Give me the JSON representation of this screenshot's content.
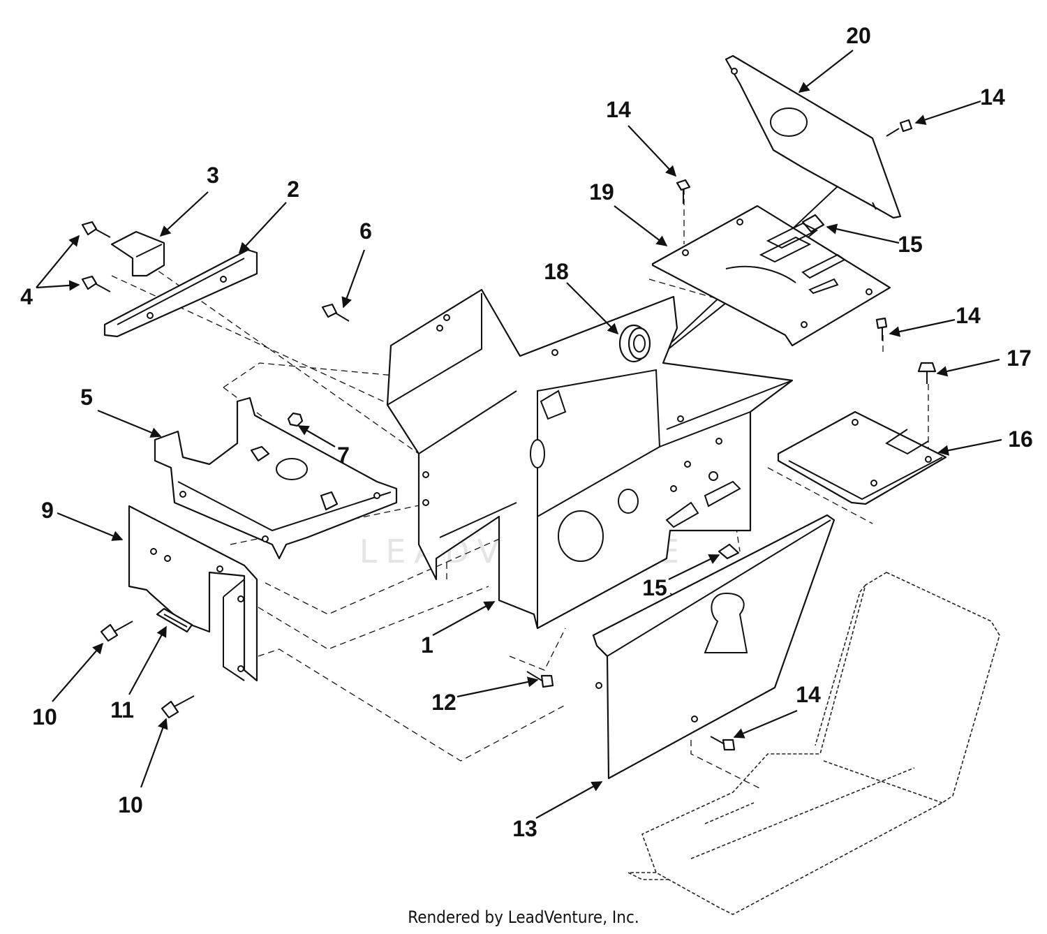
{
  "diagram": {
    "watermark": "LEADVENTURE",
    "credit": "Rendered by LeadVenture, Inc.",
    "colors": {
      "ink": "#111111",
      "paper": "#ffffff",
      "watermark": "#e4e4e4"
    },
    "callouts": [
      {
        "id": "c1",
        "label": "1"
      },
      {
        "id": "c2",
        "label": "2"
      },
      {
        "id": "c3",
        "label": "3"
      },
      {
        "id": "c4",
        "label": "4"
      },
      {
        "id": "c5",
        "label": "5"
      },
      {
        "id": "c6",
        "label": "6"
      },
      {
        "id": "c7",
        "label": "7"
      },
      {
        "id": "c9",
        "label": "9"
      },
      {
        "id": "c10a",
        "label": "10"
      },
      {
        "id": "c10b",
        "label": "10"
      },
      {
        "id": "c11",
        "label": "11"
      },
      {
        "id": "c12",
        "label": "12"
      },
      {
        "id": "c13",
        "label": "13"
      },
      {
        "id": "c14a",
        "label": "14"
      },
      {
        "id": "c14b",
        "label": "14"
      },
      {
        "id": "c14c",
        "label": "14"
      },
      {
        "id": "c14d",
        "label": "14"
      },
      {
        "id": "c15a",
        "label": "15"
      },
      {
        "id": "c15b",
        "label": "15"
      },
      {
        "id": "c16",
        "label": "16"
      },
      {
        "id": "c17",
        "label": "17"
      },
      {
        "id": "c18",
        "label": "18"
      },
      {
        "id": "c19",
        "label": "19"
      },
      {
        "id": "c20",
        "label": "20"
      }
    ]
  }
}
